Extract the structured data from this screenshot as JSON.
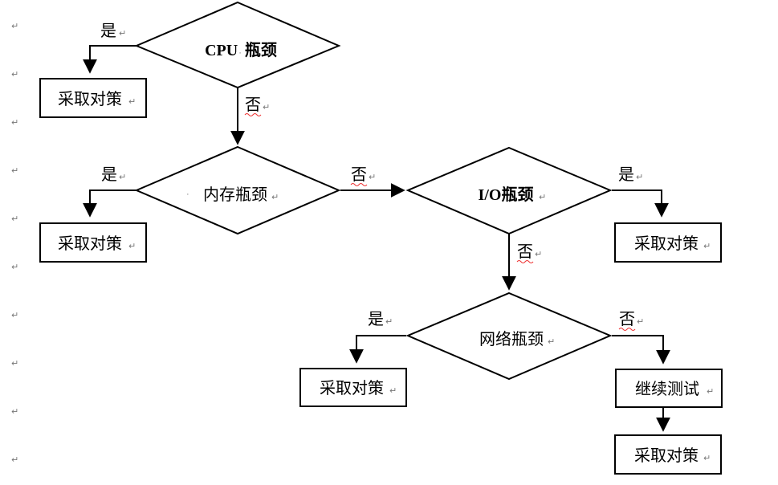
{
  "nodes": {
    "cpu": {
      "prefix": "CPU",
      "suffix": "瓶颈"
    },
    "memory": {
      "text": "内存瓶颈"
    },
    "io": {
      "prefix": "I/O",
      "suffix": "瓶颈"
    },
    "network": {
      "text": "网络瓶颈"
    }
  },
  "boxes": {
    "action_1": "采取对策",
    "action_2": "采取对策",
    "action_3": "采取对策",
    "action_4": "采取对策",
    "continue_test": "继续测试",
    "action_5": "采取对策"
  },
  "edge_labels": {
    "cpu_yes": "是",
    "cpu_no": "否",
    "memory_yes": "是",
    "memory_no": "否",
    "io_yes": "是",
    "io_no": "否",
    "network_yes": "是",
    "network_no": "否"
  },
  "marks": {
    "paragraph": "↵",
    "dot": "·"
  }
}
